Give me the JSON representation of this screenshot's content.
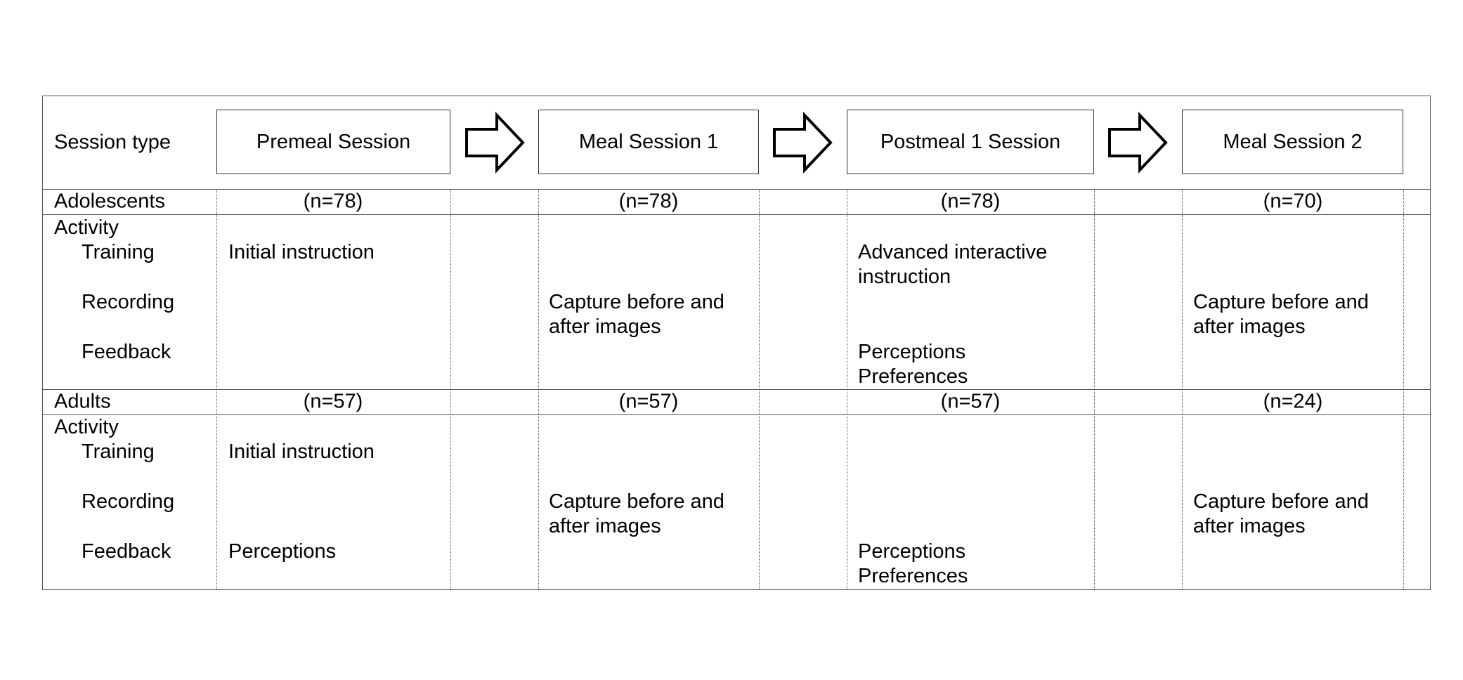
{
  "header": {
    "row_label": "Session type",
    "sessions": [
      "Premeal Session",
      "Meal Session 1",
      "Postmeal 1 Session",
      "Meal Session 2"
    ]
  },
  "groups": [
    {
      "name": "Adolescents",
      "counts": [
        "(n=78)",
        "(n=78)",
        "(n=78)",
        "(n=70)"
      ],
      "activity_label": "Activity",
      "activities": [
        "Training",
        "Recording",
        "Feedback"
      ],
      "cells": {
        "premeal_training": "Initial instruction",
        "meal1_recording_line1": "Capture before and",
        "meal1_recording_line2": "after images",
        "postmeal_training_line1": "Advanced interactive",
        "postmeal_training_line2": "instruction",
        "postmeal_feedback_line1": "Perceptions",
        "postmeal_feedback_line2": "Preferences",
        "meal2_recording_line1": "Capture before and",
        "meal2_recording_line2": "after images"
      }
    },
    {
      "name": "Adults",
      "counts": [
        "(n=57)",
        "(n=57)",
        "(n=57)",
        "(n=24)"
      ],
      "activity_label": "Activity",
      "activities": [
        "Training",
        "Recording",
        "Feedback"
      ],
      "cells": {
        "premeal_training": "Initial instruction",
        "premeal_feedback": "Perceptions",
        "meal1_recording_line1": "Capture before and",
        "meal1_recording_line2": "after images",
        "postmeal_feedback_line1": "Perceptions",
        "postmeal_feedback_line2": "Preferences",
        "meal2_recording_line1": "Capture before and",
        "meal2_recording_line2": "after images"
      }
    }
  ]
}
